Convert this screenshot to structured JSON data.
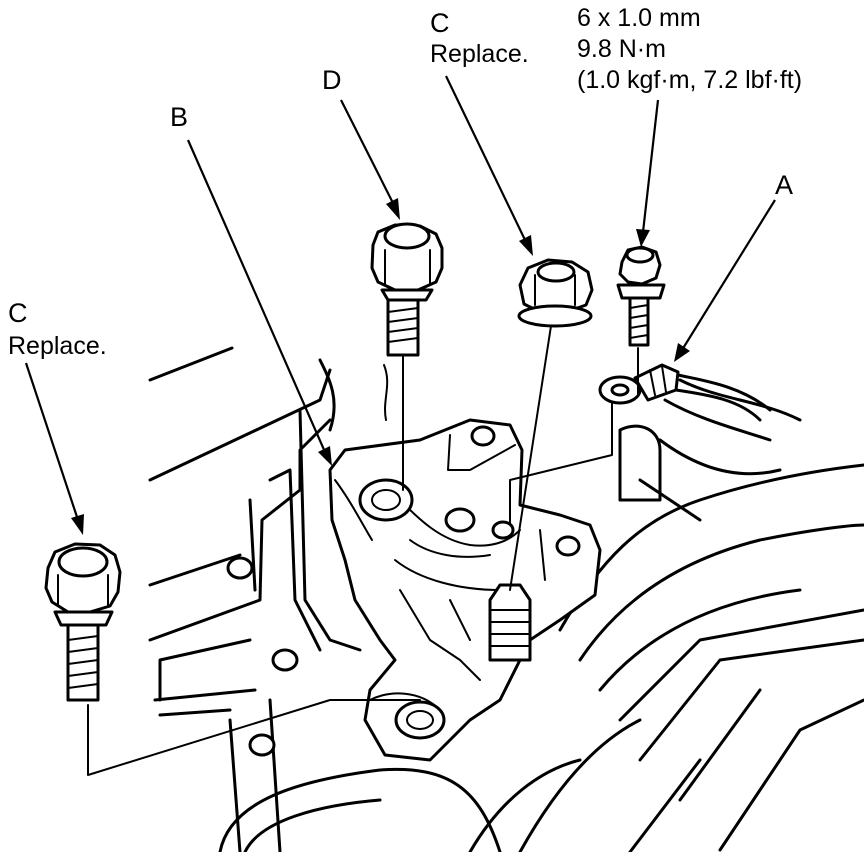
{
  "labels": {
    "a": "A",
    "b": "B",
    "c_top": "C",
    "c_top_note": "Replace.",
    "c_left": "C",
    "c_left_note": "Replace.",
    "d": "D",
    "spec_line1": "6 x 1.0 mm",
    "spec_line2": "9.8 N·m",
    "spec_line3": "(1.0 kgf·m, 7.2 lbf·ft)"
  },
  "parts": {
    "a": "ground-terminal",
    "b": "engine-mount-bracket",
    "c": "nut-and-bolt-replace",
    "d": "mount-bolt"
  }
}
